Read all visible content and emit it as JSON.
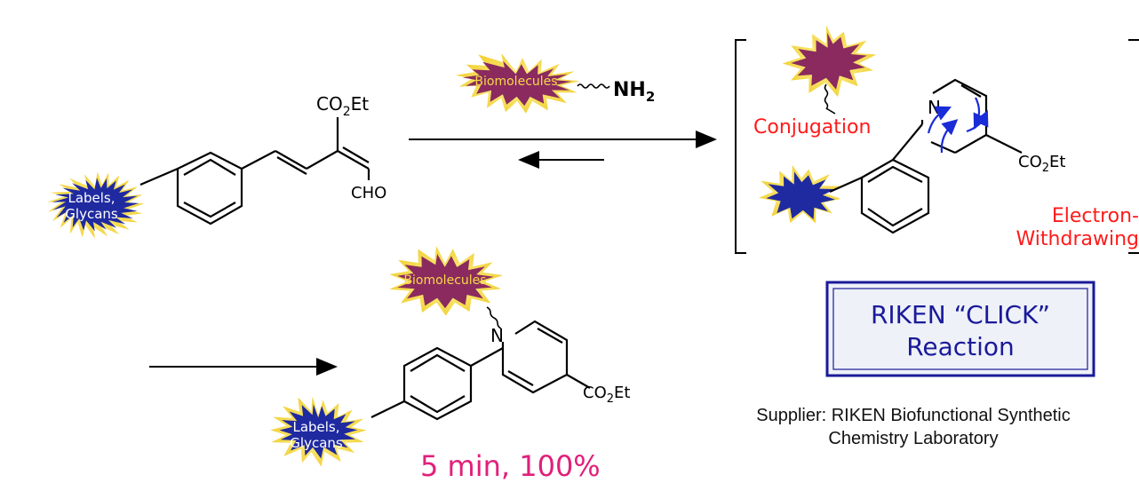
{
  "colors": {
    "burst_blue": "#1f2aa0",
    "burst_purple": "#8a2a5e",
    "glow": "#f6e04a",
    "red_text": "#ff1a1a",
    "pink_text": "#e0207a",
    "navy_text": "#1a1a9a",
    "box_fill": "#eef1f7"
  },
  "labels": {
    "reactant_tag_line1": "Labels,",
    "reactant_tag_line2": "Glycans",
    "amine_tag": "Biomolecules",
    "product_bio_tag": "Biomolecules",
    "product_tag_line1": "Labels,",
    "product_tag_line2": "Glycans"
  },
  "chem": {
    "ester_label_main": "CO",
    "ester_label_sub": "2",
    "ester_label_tail": "Et",
    "aldehyde": "CHO",
    "amine_main": "NH",
    "amine_sub": "2",
    "nitrogen": "N"
  },
  "intermediate": {
    "conjugation": "Conjugation",
    "ewg_line1": "Electron-",
    "ewg_line2": "Withdrawing"
  },
  "result": {
    "yield": "5 min, 100%"
  },
  "box": {
    "line1": "RIKEN “CLICK”",
    "line2": "Reaction"
  },
  "supplier": {
    "line1": "Supplier: RIKEN Biofunctional Synthetic",
    "line2": "Chemistry Laboratory"
  }
}
